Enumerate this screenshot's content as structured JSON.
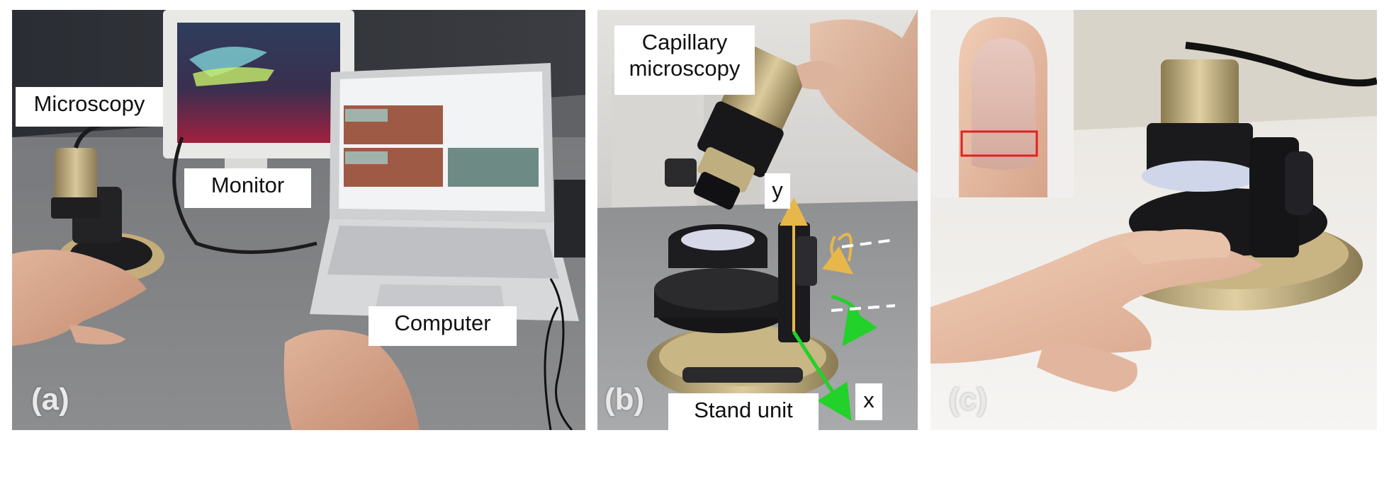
{
  "panels": {
    "a": {
      "letter": "(a)",
      "labels": {
        "microscopy": "Microscopy",
        "monitor": "Monitor",
        "computer": "Computer"
      }
    },
    "b": {
      "letter": "(b)",
      "labels": {
        "capillary": "Capillary\nmicroscopy",
        "stand_unit": "Stand unit",
        "axis_y": "y",
        "axis_x": "x"
      }
    },
    "c": {
      "letter": "(c)"
    }
  },
  "colors": {
    "y_axis_arrow": "#e8b74a",
    "x_axis_arrow": "#22d12a",
    "nail_region_box": "#e02020"
  }
}
